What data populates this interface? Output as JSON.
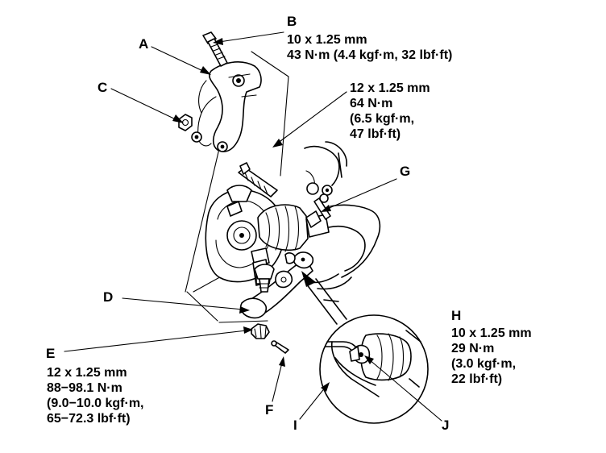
{
  "callouts": {
    "A": "A",
    "B": "B",
    "C": "C",
    "D": "D",
    "E": "E",
    "F": "F",
    "G": "G",
    "H": "H",
    "I": "I",
    "J": "J"
  },
  "specs": {
    "B": [
      "10 x 1.25 mm",
      "43 N·m (4.4 kgf·m, 32 lbf·ft)"
    ],
    "upper_bolt": [
      "12 x 1.25 mm",
      "64 N·m",
      "(6.5 kgf·m,",
      "47 lbf·ft)"
    ],
    "E": [
      "12 x 1.25 mm",
      "88−98.1 N·m",
      "(9.0−10.0 kgf·m,",
      "65−72.3 lbf·ft)"
    ],
    "H": [
      "10 x 1.25 mm",
      "29 N·m",
      "(3.0 kgf·m,",
      "22 lbf·ft)"
    ]
  }
}
